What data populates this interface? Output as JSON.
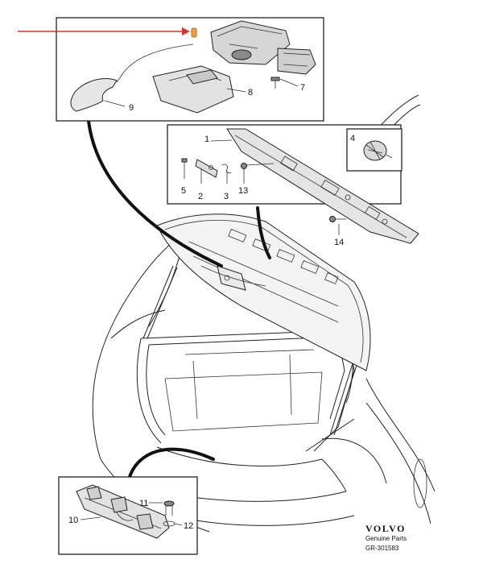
{
  "callouts": {
    "c1": "1",
    "c2": "2",
    "c3": "3",
    "c4": "4",
    "c5": "5",
    "c7": "7",
    "c8": "8",
    "c9": "9",
    "c10": "10",
    "c11": "11",
    "c12": "12",
    "c13": "13",
    "c14": "14"
  },
  "branding": {
    "brand": "VOLVO",
    "subtitle": "Genuine Parts",
    "code": "GR-301583"
  },
  "colors": {
    "arrow": "#e0302a",
    "highlight": "#f2a23a"
  }
}
